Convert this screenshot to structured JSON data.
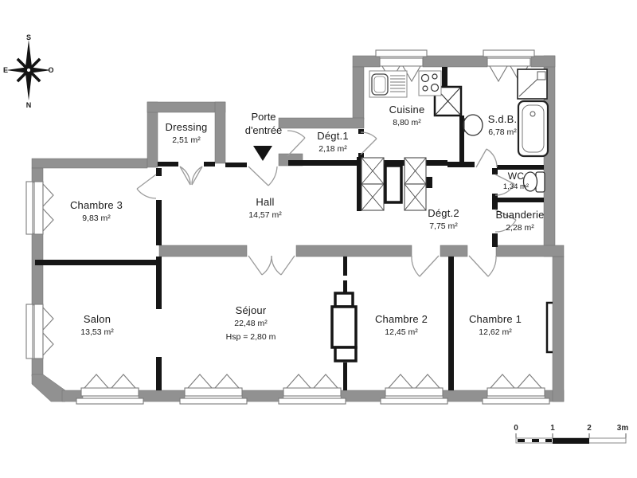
{
  "compass": {
    "north": "N",
    "south": "S",
    "east": "E",
    "west": "O"
  },
  "entrance": {
    "line1": "Porte",
    "line2": "d'entrée"
  },
  "rooms": [
    {
      "name": "Dressing",
      "area": "2,51 m²"
    },
    {
      "name": "Dégt.1",
      "area": "2,18 m²"
    },
    {
      "name": "Cuisine",
      "area": "8,80 m²"
    },
    {
      "name": "S.d.B.",
      "area": "6,78 m²"
    },
    {
      "name": "WC",
      "area": "1,34 m²"
    },
    {
      "name": "Buanderie",
      "area": "2,28 m²"
    },
    {
      "name": "Dégt.2",
      "area": "7,75 m²"
    },
    {
      "name": "Hall",
      "area": "14,57 m²"
    },
    {
      "name": "Chambre 3",
      "area": "9,83 m²"
    },
    {
      "name": "Salon",
      "area": "13,53 m²"
    },
    {
      "name": "Séjour",
      "area": "22,48 m²",
      "height_note": "Hsp = 2,80 m"
    },
    {
      "name": "Chambre 2",
      "area": "12,45 m²"
    },
    {
      "name": "Chambre 1",
      "area": "12,62 m²"
    }
  ],
  "scale_bar": {
    "ticks": [
      "0",
      "1",
      "2",
      "3m"
    ]
  }
}
